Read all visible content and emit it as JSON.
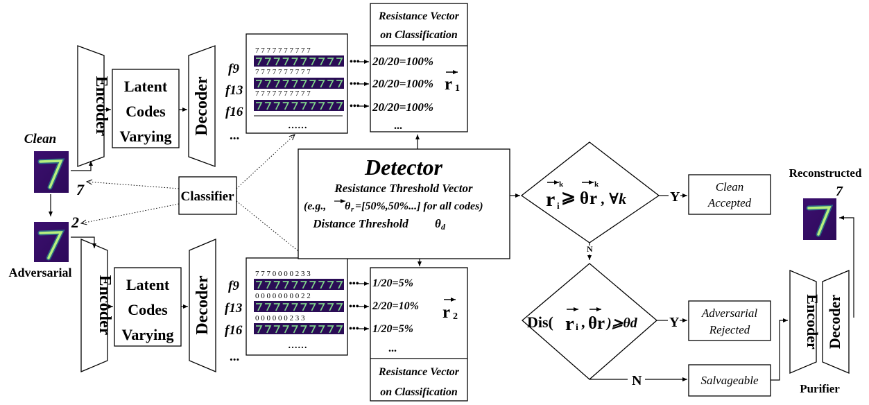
{
  "labels": {
    "clean": "Clean",
    "adversarial": "Adversarial",
    "digit_clean": "7",
    "digit_adv": "2",
    "reconstructed": "Reconstructed",
    "digit_recon": "7",
    "classifier": "Classifier",
    "encoder": "Encoder",
    "decoder": "Decoder",
    "latent_1": "Latent",
    "latent_2": "Codes",
    "latent_3": "Varying",
    "purifier": "Purifier"
  },
  "features": [
    "f9",
    "f13",
    "f16",
    "..."
  ],
  "top_grid": {
    "digit_rows": [
      "7 7 7 7 7 7 7 7 7 7",
      "7 7 7 7 7 7 7 7 7 7",
      "7 7 7 7 7 7 7 7 7 7"
    ],
    "ellipsis": "……"
  },
  "bottom_grid": {
    "digit_rows": [
      "7 7 7 0 0 0 0 2 3 3",
      "0 0 0 0 0 0 0 0 2 2",
      "0 0 0 0 0 0 2 3 3"
    ],
    "ellipsis": "……"
  },
  "top_resistance": {
    "header_1": "Resistance Vector",
    "header_2": "on Classification",
    "values": [
      "20/20=100%",
      "20/20=100%",
      "20/20=100%"
    ],
    "more": "...",
    "vector_base": "r",
    "vector_sub": "1"
  },
  "bottom_resistance": {
    "header_1": "Resistance Vector",
    "header_2": "on Classification",
    "values": [
      "1/20=5%",
      "2/20=10%",
      "1/20=5%"
    ],
    "more": "...",
    "vector_base": "r",
    "vector_sub": "2"
  },
  "detector": {
    "title": "Detector",
    "line1": "Resistance Threshold Vector",
    "line2_pre": "(e.g.,",
    "line2_theta": "θ",
    "line2_sub": "r",
    "line2_post": "=[50%,50%...] for all codes)",
    "line3": "Distance Threshold",
    "line3_theta": "θ",
    "line3_sub": "d"
  },
  "decision1": {
    "r": "r",
    "r_sub": "i",
    "k": "k",
    "geq": "⩾",
    "theta": "θ",
    "theta_sub": "r",
    "tail": ", ∀k",
    "yes": "Y",
    "no": "N"
  },
  "decision2": {
    "prefix": "Dis(",
    "r": "r",
    "r_sub": "i",
    "comma": ",",
    "theta": "θ",
    "theta_sub": "r",
    "suffix": ")⩾θd",
    "yes": "Y",
    "no": "N"
  },
  "outcomes": {
    "clean_1": "Clean",
    "clean_2": "Accepted",
    "adv_1": "Adversarial",
    "adv_2": "Rejected",
    "salvageable": "Salvageable"
  },
  "colors": {
    "mnist_bg": "#3b0f6e",
    "mnist_stroke": "#7fd38a",
    "mnist_glow": "#26a69a",
    "grid_bg": "#2a0c55"
  }
}
